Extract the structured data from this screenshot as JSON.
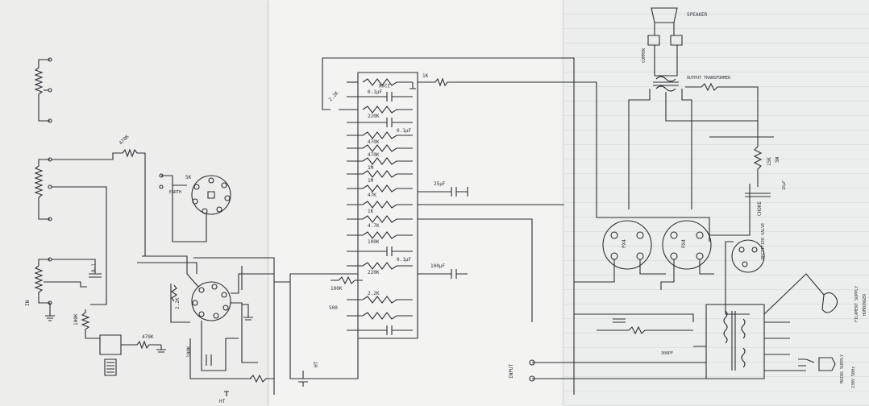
{
  "labels": {
    "r_470k_top": "470K",
    "r_100k_left": "100K",
    "r_470k_left": "470K",
    "cap_01": "0.1",
    "grid_stop": "2.2K",
    "valve_base_top": "5K",
    "r_220k_1": "220K",
    "r_220k_2": "220K",
    "r_470k_a": "470K",
    "r_470k_b": "470K",
    "r_1m_a": "1M",
    "r_1m_b": "1M",
    "r_47k": "47K",
    "r_1k": "1K",
    "r_4k7": "4.7K",
    "r_100k_mid": "100K",
    "r_2k2": "2.2K",
    "r_100k_low": "100K",
    "r_220k_low": "220K",
    "r_5k_lower": "500",
    "cap_mid_top": "0.1µF",
    "cap_mid_low": "0.1µF",
    "cap_mid_bot": "0.1µF",
    "cap_25": "25µF",
    "cap_100uf": "100µF",
    "r_1k_top": "1K",
    "r_2k2_right": "2.2K",
    "r_100k_right": "100K",
    "valve1": "PX4",
    "valve2": "PX4",
    "rectifier": "RECTIFIER VALVE",
    "choke": "CHOKE",
    "r_15k": "15K",
    "r_15k_w": "5W",
    "cap_filter": "16µF",
    "filament": "FILAMENT SUPPLY",
    "hum_dyn": "HUMDINGER",
    "mains": "MAINS SUPPLY",
    "volts": "230V 50Hz",
    "output_tx": "OUTPUT TRANSFORMER",
    "speaker": "SPEAKER",
    "gnd_label": "COMMON",
    "ht_label": "HT",
    "cap_300pf": "300PF",
    "earth": "EARTH",
    "input_left": "IN",
    "input_bottom": "INPUT"
  }
}
